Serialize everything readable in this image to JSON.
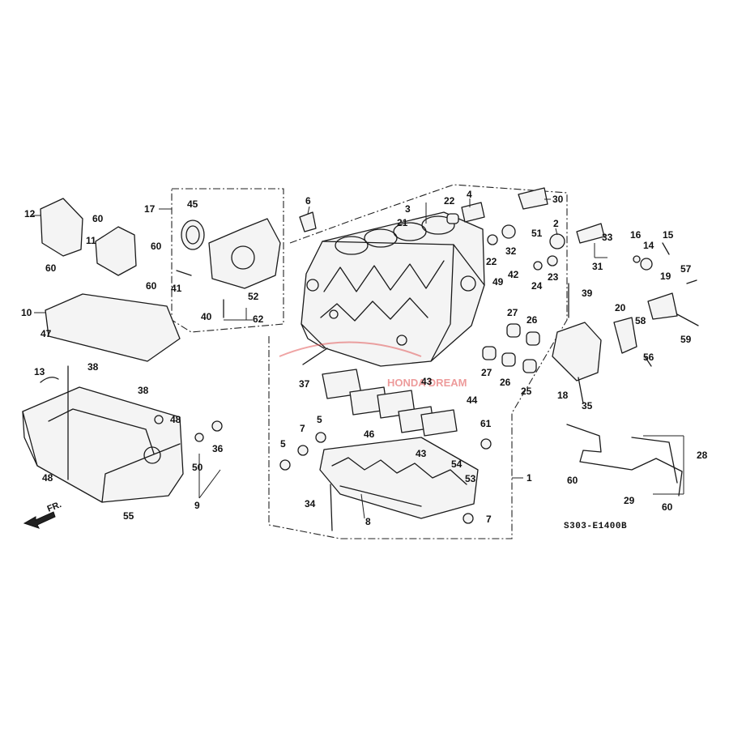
{
  "diagram_code": "S303-E1400B",
  "direction_label": "FR.",
  "watermark": "HONDA DREAM",
  "colors": {
    "line": "#1a1a1a",
    "watermark": "#e04a4a",
    "background": "#ffffff"
  },
  "callouts": [
    "1",
    "2",
    "3",
    "4",
    "5",
    "5",
    "6",
    "7",
    "7",
    "8",
    "9",
    "10",
    "11",
    "12",
    "13",
    "14",
    "15",
    "16",
    "17",
    "18",
    "19",
    "20",
    "21",
    "22",
    "22",
    "23",
    "24",
    "25",
    "26",
    "26",
    "27",
    "27",
    "28",
    "29",
    "30",
    "31",
    "32",
    "33",
    "34",
    "35",
    "36",
    "37",
    "38",
    "38",
    "39",
    "40",
    "41",
    "42",
    "43",
    "43",
    "44",
    "45",
    "46",
    "47",
    "48",
    "48",
    "49",
    "50",
    "51",
    "52",
    "53",
    "54",
    "55",
    "56",
    "57",
    "58",
    "59",
    "60",
    "60",
    "60",
    "60",
    "60",
    "60",
    "61",
    "62"
  ]
}
